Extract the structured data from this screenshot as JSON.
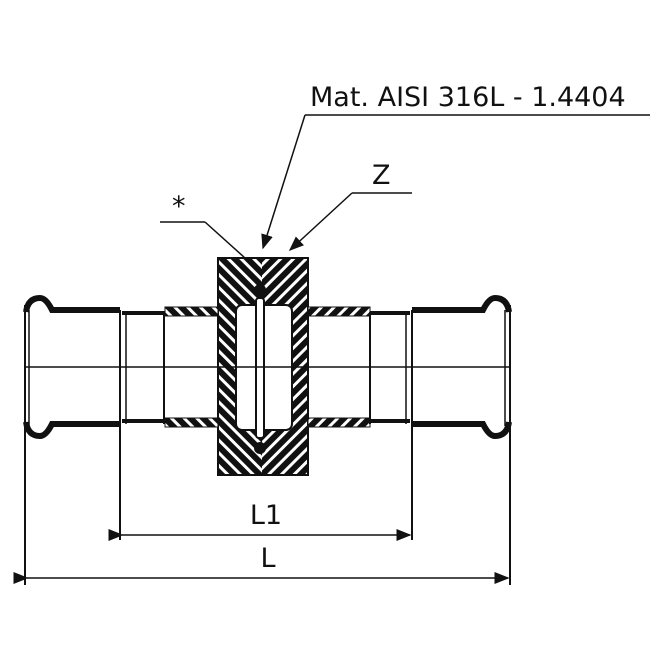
{
  "drawing": {
    "material_label": "Mat. AISI 316L - 1.4404",
    "z_label": "Z",
    "seal_marker": "*",
    "dim_l1_label": "L1",
    "dim_l_label": "L",
    "line_color": "#111111"
  }
}
